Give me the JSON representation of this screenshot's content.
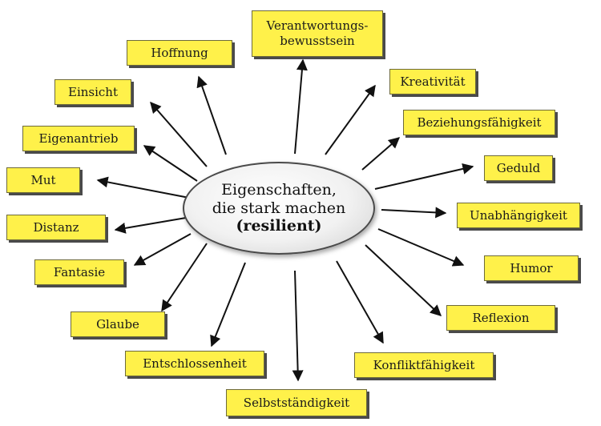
{
  "center": {
    "line1": "Eigenschaften,",
    "line2": "die stark machen",
    "line3": "(resilient)"
  },
  "traits": [
    {
      "label": "Verantwortungs-\nbewusstsein"
    },
    {
      "label": "Hoffnung"
    },
    {
      "label": "Kreativität"
    },
    {
      "label": "Einsicht"
    },
    {
      "label": "Beziehungsfähigkeit"
    },
    {
      "label": "Eigenantrieb"
    },
    {
      "label": "Geduld"
    },
    {
      "label": "Mut"
    },
    {
      "label": "Unabhängigkeit"
    },
    {
      "label": "Distanz"
    },
    {
      "label": "Humor"
    },
    {
      "label": "Fantasie"
    },
    {
      "label": "Reflexion"
    },
    {
      "label": "Glaube"
    },
    {
      "label": "Konfliktfähigkeit"
    },
    {
      "label": "Entschlossenheit"
    },
    {
      "label": "Selbstständigkeit"
    }
  ],
  "colors": {
    "box_fill": "#fff14a",
    "arrow": "#111111"
  }
}
